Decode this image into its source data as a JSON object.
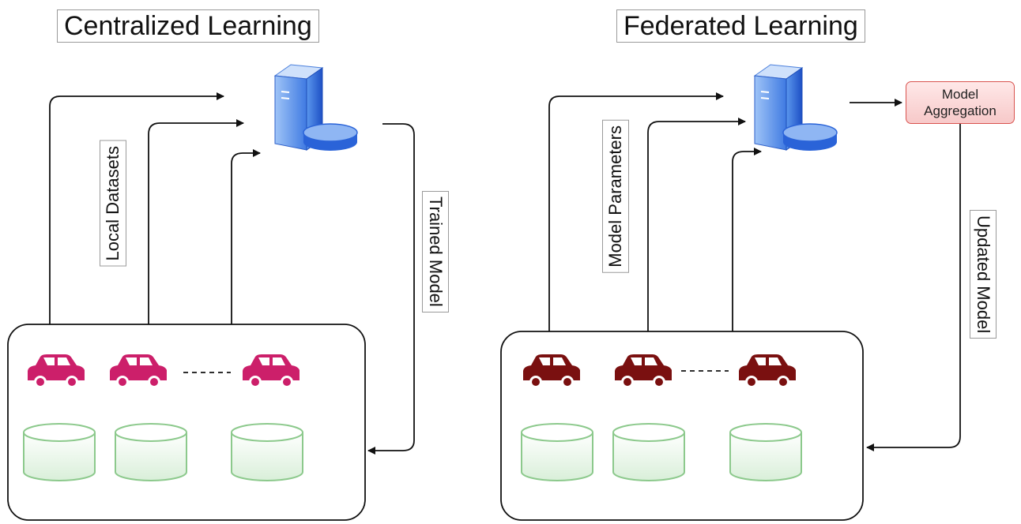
{
  "left": {
    "title": "Centralized Learning",
    "uplink_label": "Local Datasets",
    "downlink_label": "Trained Model",
    "car_color": "#cc1f6a"
  },
  "right": {
    "title": "Federated Learning",
    "uplink_label": "Model Parameters",
    "downlink_label": "Updated Model",
    "aggregation_line1": "Model",
    "aggregation_line2": "Aggregation",
    "car_color": "#7a1010"
  },
  "icons": {
    "server": "server-icon",
    "car": "car-icon",
    "database": "database-icon"
  },
  "colors": {
    "server_blue": "#2a63d8",
    "database_green": "#8cc98c",
    "aggregation_fill": "#f7c9c9",
    "aggregation_border": "#d9534f"
  }
}
